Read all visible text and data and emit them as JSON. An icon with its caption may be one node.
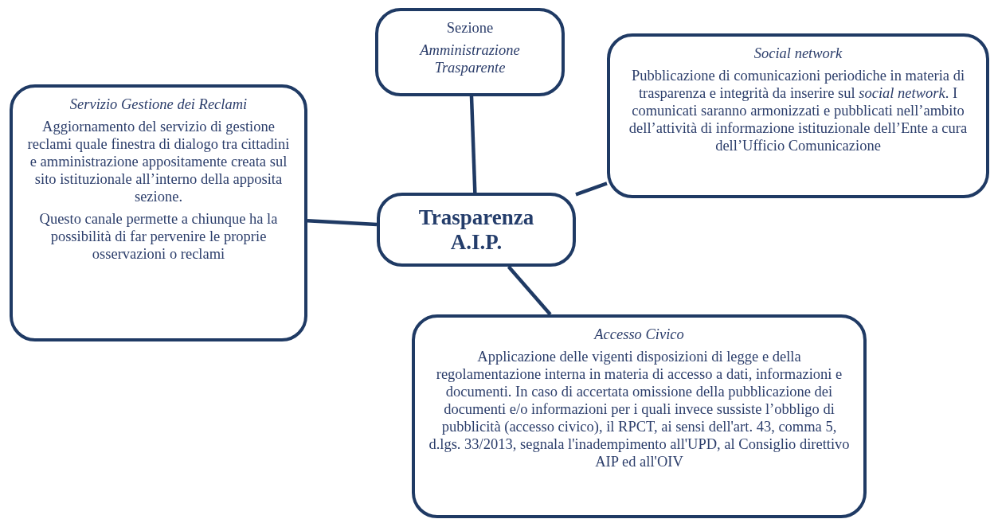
{
  "diagram": {
    "nodes": [
      {
        "text": [
          "Trasparenza A.I.P."
        ]
      },
      {
        "text": [
          "Sezione",
          "Amministrazione Trasparente"
        ]
      },
      {
        "text": [
          "Social network",
          "Pubblicazione di comunicazioni periodiche in materia di trasparenza e integrità da inserire sul *social network*. I comunicati saranno armonizzati e pubblicati nell’ambito dell’attività di informazione istituzionale dell’Ente a cura dell’Ufficio Comunicazione"
        ]
      },
      {
        "text": [
          "Servizio Gestione dei Reclami",
          "Aggiornamento del servizio di gestione reclami quale finestra di dialogo tra cittadini e amministrazione appositamente creata sul sito istituzionale all’interno della apposita sezione.",
          "Questo canale permette a chiunque ha la possibilità di far pervenire le proprie osservazioni o reclami"
        ]
      },
      {
        "text": [
          "Accesso Civico",
          "Applicazione delle vigenti disposizioni di legge e della regolamentazione interna in materia di accesso a dati, informazioni e documenti. In caso di accertata omissione della pubblicazione dei documenti e/o informazioni per i quali invece sussiste l’obbligo di pubblicità (accesso civico), il RPCT, ai sensi dell'art. 43, comma 5, d.lgs. 33/2013, segnala l'inadempimento all'UPD, al Consiglio direttivo AIP ed all'OIV"
        ]
      }
    ],
    "edges": [
      {
        "from": 0,
        "to": 1,
        "arrow": "none"
      },
      {
        "from": 0,
        "to": 2,
        "arrow": "none"
      },
      {
        "from": 0,
        "to": 3,
        "arrow": "none"
      },
      {
        "from": 0,
        "to": 4,
        "arrow": "none"
      }
    ]
  }
}
